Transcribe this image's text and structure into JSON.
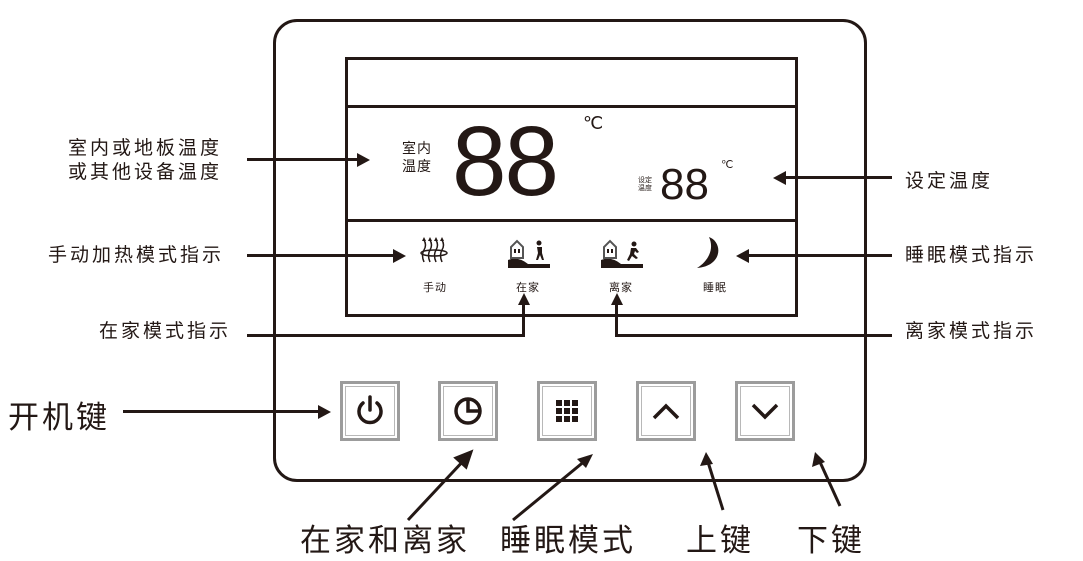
{
  "display": {
    "room_temp_label_line1": "室内",
    "room_temp_label_line2": "温度",
    "room_temp_value": "88",
    "room_temp_unit": "℃",
    "set_temp_label_line1": "设定",
    "set_temp_label_line2": "温度",
    "set_temp_value": "88",
    "set_temp_unit": "℃",
    "indicators": [
      {
        "icon": "heating-waves-icon",
        "label": "手动"
      },
      {
        "icon": "home-person-icon",
        "label": "在家"
      },
      {
        "icon": "away-running-person-icon",
        "label": "离家"
      },
      {
        "icon": "crescent-moon-icon",
        "label": "睡眠"
      }
    ]
  },
  "buttons": [
    {
      "icon": "power-icon",
      "name": "power"
    },
    {
      "icon": "clock-pie-icon",
      "name": "home-away"
    },
    {
      "icon": "grid-dots-icon",
      "name": "sleep-mode"
    },
    {
      "icon": "chevron-up-icon",
      "name": "up"
    },
    {
      "icon": "chevron-down-icon",
      "name": "down"
    }
  ],
  "callouts": {
    "room_or_floor_temp_line1": "室内或地板温度",
    "room_or_floor_temp_line2": "或其他设备温度",
    "set_temp": "设定温度",
    "manual_heating_indicator": "手动加热模式指示",
    "sleep_indicator": "睡眠模式指示",
    "home_indicator": "在家模式指示",
    "away_indicator": "离家模式指示",
    "power_key": "开机键",
    "home_and_away": "在家和离家",
    "sleep_mode": "睡眠模式",
    "up_key": "上键",
    "down_key": "下键"
  },
  "colors": {
    "ink": "#231815",
    "button_border": "#9c9c9c"
  }
}
